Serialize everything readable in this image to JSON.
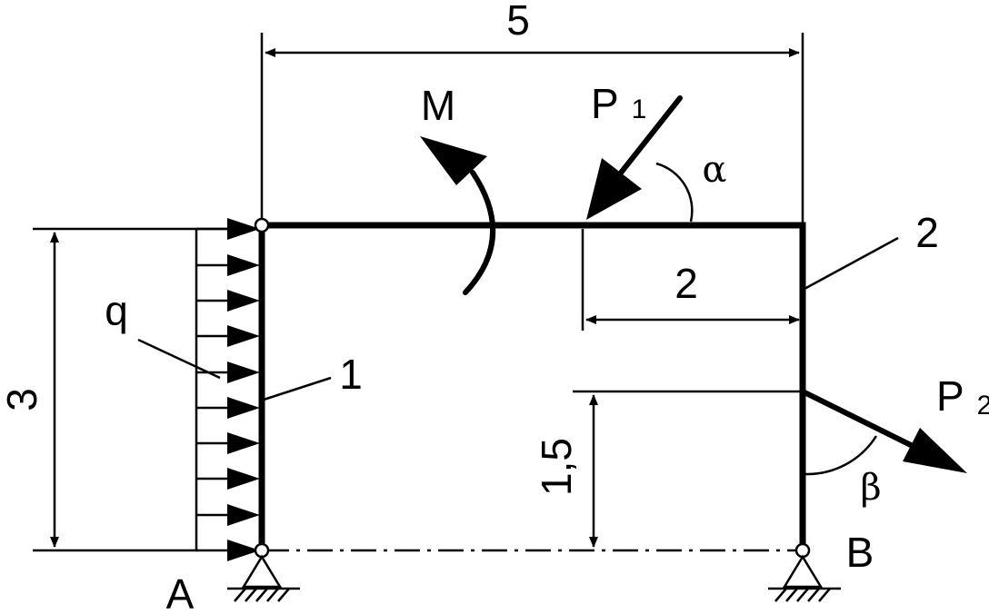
{
  "labels": {
    "dim_width": "5",
    "dim_height": "3",
    "dim_p1_offset": "2",
    "dim_p2_height": "1,5",
    "moment": "M",
    "force1": "P",
    "force1_sub": "1",
    "force2": "P",
    "force2_sub": "2",
    "load_q": "q",
    "member1": "1",
    "member2": "2",
    "support_a": "A",
    "support_b": "B",
    "angle_alpha": "α",
    "angle_beta": "β"
  },
  "colors": {
    "ink": "#000000",
    "background": "#ffffff"
  }
}
